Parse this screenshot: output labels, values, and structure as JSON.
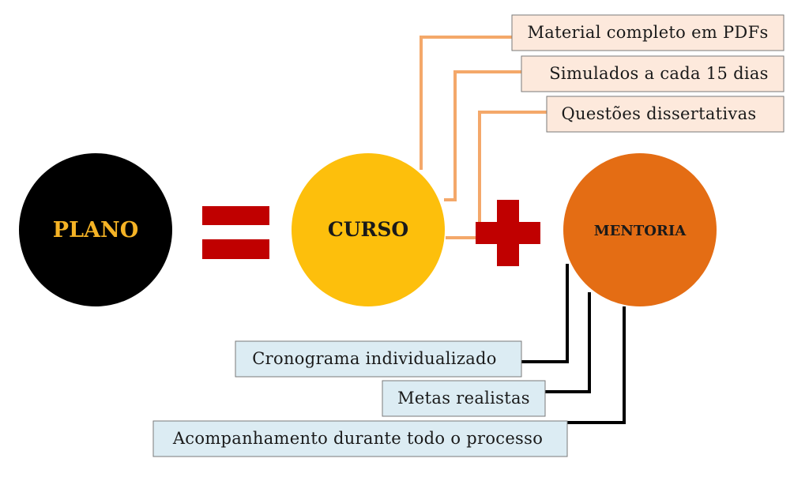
{
  "colors": {
    "plano_fill": "#000000",
    "plano_text": "#f5b325",
    "curso_fill": "#fdbf0c",
    "curso_text": "#1a1a1a",
    "mentoria_fill": "#e46d14",
    "mentoria_text": "#1a1a1a",
    "operator": "#c00000",
    "curso_connector": "#f4a86a",
    "curso_box_fill": "#fde9dc",
    "mentoria_connector": "#000000",
    "mentoria_box_fill": "#dcecf3"
  },
  "nodes": {
    "plano": "PLANO",
    "curso": "CURSO",
    "mentoria": "MENTORIA"
  },
  "operators": {
    "equals": "equals-sign",
    "plus": "plus-sign"
  },
  "curso_items": [
    "Material completo em PDFs",
    "Simulados a cada 15 dias",
    "Questões dissertativas"
  ],
  "mentoria_items": [
    "Cronograma individualizado",
    "Metas realistas",
    "Acompanhamento durante todo o processo"
  ]
}
